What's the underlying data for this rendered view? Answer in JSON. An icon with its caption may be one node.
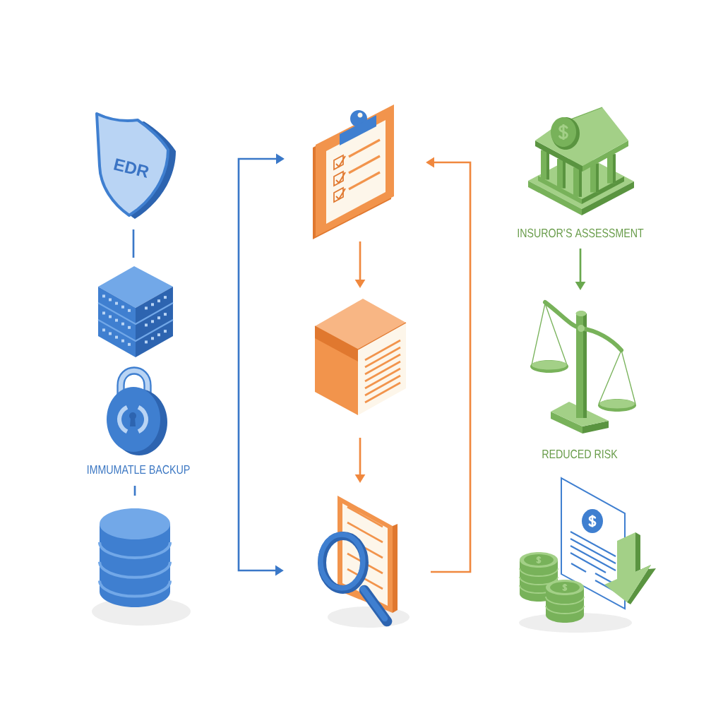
{
  "diagram": {
    "nodes": [
      {
        "text": [
          "EDR"
        ]
      },
      {
        "text": [],
        "shape": "picture"
      },
      {
        "text": [
          "IMMUMATLE BACKUP"
        ]
      },
      {
        "text": [],
        "shape": "cylinder"
      },
      {
        "text": [],
        "shape": "picture"
      },
      {
        "text": [],
        "shape": "picture"
      },
      {
        "text": [],
        "shape": "picture"
      },
      {
        "text": [
          "INSUROR'S ASSESSMENT"
        ]
      },
      {
        "text": [
          "REDUCED RISK"
        ]
      },
      {
        "text": [],
        "shape": "picture"
      }
    ],
    "edges": [
      {
        "from": 0,
        "to": 1,
        "arrow": "none",
        "color": "#3a78c8"
      },
      {
        "from": 2,
        "to": 3,
        "arrow": "none",
        "color": "#3a78c8"
      },
      {
        "from": 4,
        "to": 6,
        "arrow": "both",
        "color": "#3a78c8"
      },
      {
        "from": 4,
        "to": 5,
        "arrow": "to",
        "color": "#f0883e"
      },
      {
        "from": 5,
        "to": 6,
        "arrow": "to",
        "color": "#f0883e"
      },
      {
        "from": 6,
        "to": 4,
        "arrow": "to",
        "color": "#f0883e"
      },
      {
        "from": 7,
        "to": 8,
        "arrow": "to",
        "color": "#6aa84f"
      }
    ]
  }
}
